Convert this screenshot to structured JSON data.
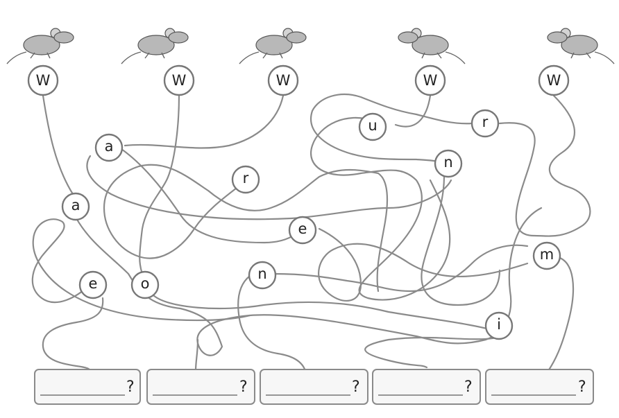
{
  "top_letters": [
    "W",
    "W",
    "W",
    "W",
    "W"
  ],
  "maze_letters": [
    "a",
    "r",
    "u",
    "r",
    "n",
    "a",
    "e",
    "m",
    "e",
    "o",
    "n",
    "i"
  ],
  "answer_marks": [
    "?",
    "?",
    "?",
    "?",
    "?"
  ],
  "icons": {
    "mouse": "mouse-icon"
  }
}
